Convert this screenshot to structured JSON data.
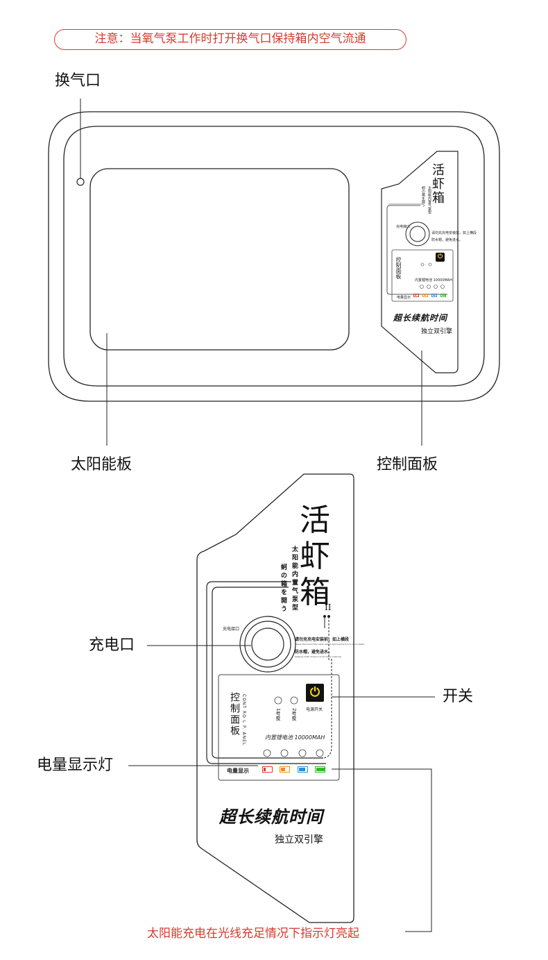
{
  "notice": "注意：当氧气泵工作时打开换气口保持箱内空气流通",
  "labels": {
    "vent": "换气口",
    "solar_panel": "太阳能板",
    "control_panel": "控制面板",
    "charge_port": "充电口",
    "switch": "开关",
    "battery_indicator": "电量显示灯"
  },
  "device": {
    "title_chars": [
      "活",
      "虾",
      "箱"
    ],
    "model_mark": "II",
    "subtitle_cols": [
      "太阳能内置气泵型",
      "蚵の箱を開う"
    ],
    "charge_port_label": "充电接口",
    "warning_line1": "请勿充充电安装前，如上横段",
    "warning_line1_en": "Please disconnect the cable before opening the box to avoid water",
    "warning_line2": "防水帽，避免进水。",
    "warning_line2_en": "Keeping small drops to avoid water entering.",
    "panel_title": "控制面板",
    "panel_title_en": "CONT RO L P. ANEL",
    "pump1_label": "1号泵",
    "pump2_label": "2号泵",
    "power_switch_label": "电源开关",
    "battery_text": "内置锂电池 10000MAH",
    "battery_display_label": "电量显示",
    "battery_colors": [
      "#e23a2a",
      "#f28a1e",
      "#2f8fd6",
      "#35b82a"
    ],
    "slogan": "超长续航时间",
    "engine_text": "独立双引擎",
    "power_icon": "power-icon"
  },
  "solar_note": "太阳能充电在光线充足情况下指示灯亮起"
}
